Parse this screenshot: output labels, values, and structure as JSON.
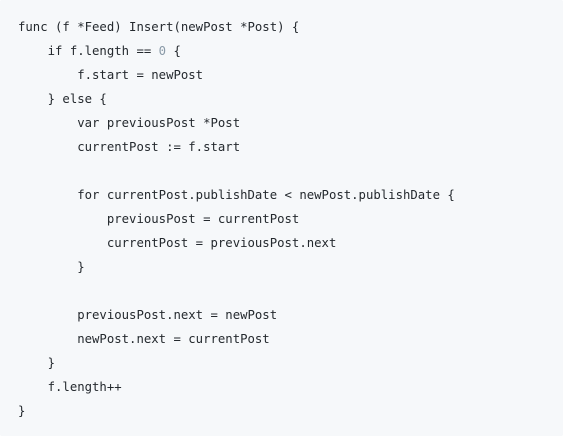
{
  "code": {
    "lines": [
      "func (f *Feed) Insert(newPost *Post) {",
      "    if f.length == ",
      "        f.start = newPost",
      "    } else {",
      "        var previousPost *Post",
      "        currentPost := f.start",
      "",
      "        for currentPost.publishDate < newPost.publishDate {",
      "            previousPost = currentPost",
      "            currentPost = previousPost.next",
      "        }",
      "",
      "        previousPost.next = newPost",
      "        newPost.next = currentPost",
      "    }",
      "    f.length++",
      "}"
    ],
    "line2_number": "0",
    "line2_tail": " {"
  }
}
